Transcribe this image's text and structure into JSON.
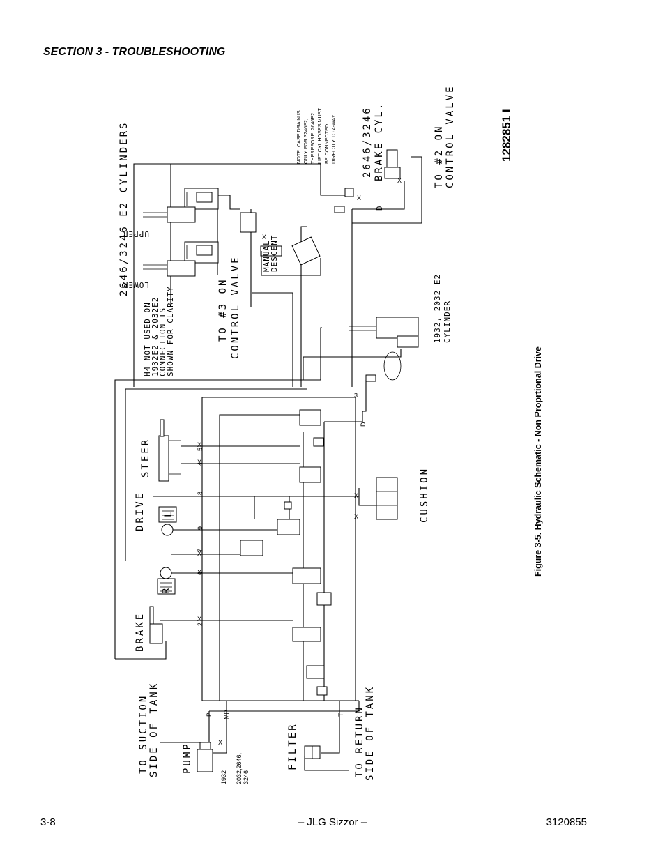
{
  "header": {
    "section": "SECTION 3 - TROUBLESHOOTING"
  },
  "footer": {
    "page": "3-8",
    "title": "– JLG Sizzor –",
    "doc": "3120855"
  },
  "figure": {
    "caption": "Figure 3-5.  Hydraulic Schematic - Non Proprtional Drive",
    "part_number": "1282851 I"
  },
  "labels": {
    "cylinders": "2646/3246 E2 CYLINDERS",
    "upper": "UPPER",
    "lower": "LOWER",
    "to3_a": "TO #3 ON",
    "to3_b": "CONTROL VALVE",
    "h4_1": "H4 NOT USED ON",
    "h4_2": "1932E2 & 2032E2",
    "h4_3": "CONNECTION IS",
    "h4_4": "SHOWN FOR CLARITY",
    "manual_1": "MANUAL",
    "manual_2": "DESCENT",
    "brakecyl_1": "2646/3246",
    "brakecyl_2": "BRAKE CYL.",
    "to2_a": "TO #2 ON",
    "to2_b": "CONTROL VALVE",
    "note_1": "NOTE: CASE DRAIN IS",
    "note_2": "ONLY FOR 3246E2;",
    "note_3": "THEREFORE, 2646E2",
    "note_4": "LIFT CYL HOSES MUST",
    "note_5": "BE CONNECTED",
    "note_6": "DIRECTLY TO 4-WAY",
    "cyl1932_a": "1932, 2032 E2",
    "cyl1932_b": "CYLINDER",
    "steer": "STEER",
    "drive": "DRIVE",
    "cushion": "CUSHION",
    "brake": "BRAKE",
    "r": "R",
    "l": "L",
    "suction_a": "TO SUCTION",
    "suction_b": "SIDE OF TANK",
    "pump": "PUMP",
    "filter": "FILTER",
    "return_a": "TO RETURN",
    "return_b": "SIDE OF TANK",
    "pump_m1": "1932",
    "pump_m2": "2032,2646,",
    "pump_m3": "3246",
    "port_p": "P",
    "port_mp": "MP",
    "port_t": "T",
    "port_d": "D",
    "n3": "3",
    "n5": "5",
    "n4": "4",
    "n8": "8",
    "n9": "9",
    "n7": "7",
    "n6": "6",
    "n2": "2",
    "x": "X"
  }
}
